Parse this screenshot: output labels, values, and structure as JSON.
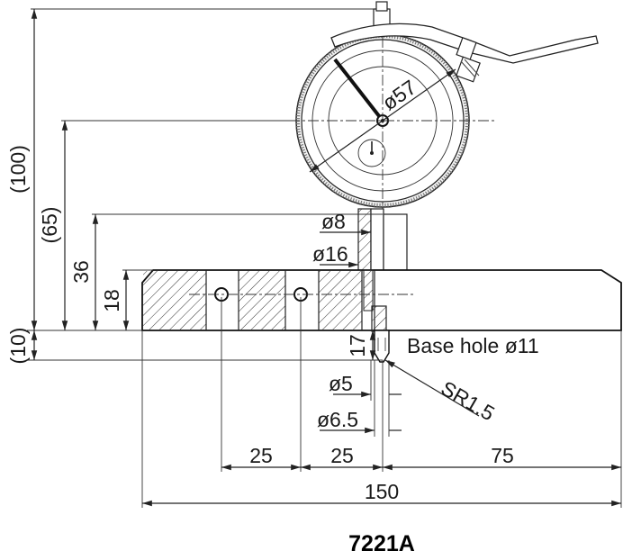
{
  "drawing": {
    "model": "7221A",
    "overall_height": "(100)",
    "dial_center_height": "(65)",
    "stem_height": "36",
    "base_height": "18",
    "contact_offset": "(10)",
    "dial_diameter": "ø57",
    "stem_diameter": "ø8",
    "collar_diameter": "ø16",
    "contact_length": "17",
    "tip_diameter": "ø5",
    "rod_diameter": "ø6.5",
    "base_hole": "Base hole ø11",
    "tip_radius": "SR1.5",
    "hole_spacing_1": "25",
    "hole_spacing_2": "25",
    "right_length": "75",
    "total_length": "150"
  },
  "colors": {
    "line": "#222222",
    "hatch": "#444444",
    "background": "#ffffff"
  }
}
